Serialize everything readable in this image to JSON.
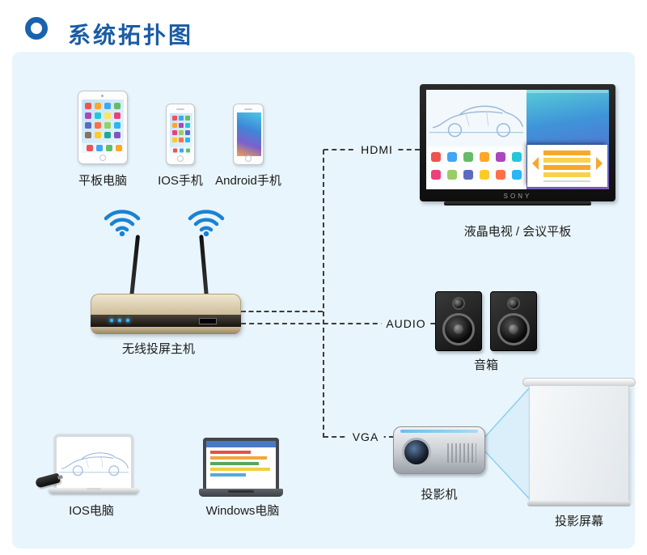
{
  "header": {
    "title": "系统拓扑图"
  },
  "connections": {
    "hdmi": "HDMI",
    "audio": "AUDIO",
    "vga": "VGA"
  },
  "devices": {
    "tablet": {
      "label": "平板电脑"
    },
    "ios_phone": {
      "label": "IOS手机"
    },
    "android_phone": {
      "label": "Android手机"
    },
    "host": {
      "label": "无线投屏主机"
    },
    "ios_computer": {
      "label": "IOS电脑"
    },
    "windows_computer": {
      "label": "Windows电脑"
    },
    "tv": {
      "label": "液晶电视 / 会议平板",
      "brand": "SONY"
    },
    "speakers": {
      "label": "音箱"
    },
    "projector": {
      "label": "投影机"
    },
    "projection_screen": {
      "label": "投影屏幕"
    }
  },
  "colors": {
    "title_blue": "#1a5ca5",
    "panel_bg": "#e9f5fc",
    "wifi_blue": "#1b82d2",
    "line_dark": "#3c3c3c"
  }
}
